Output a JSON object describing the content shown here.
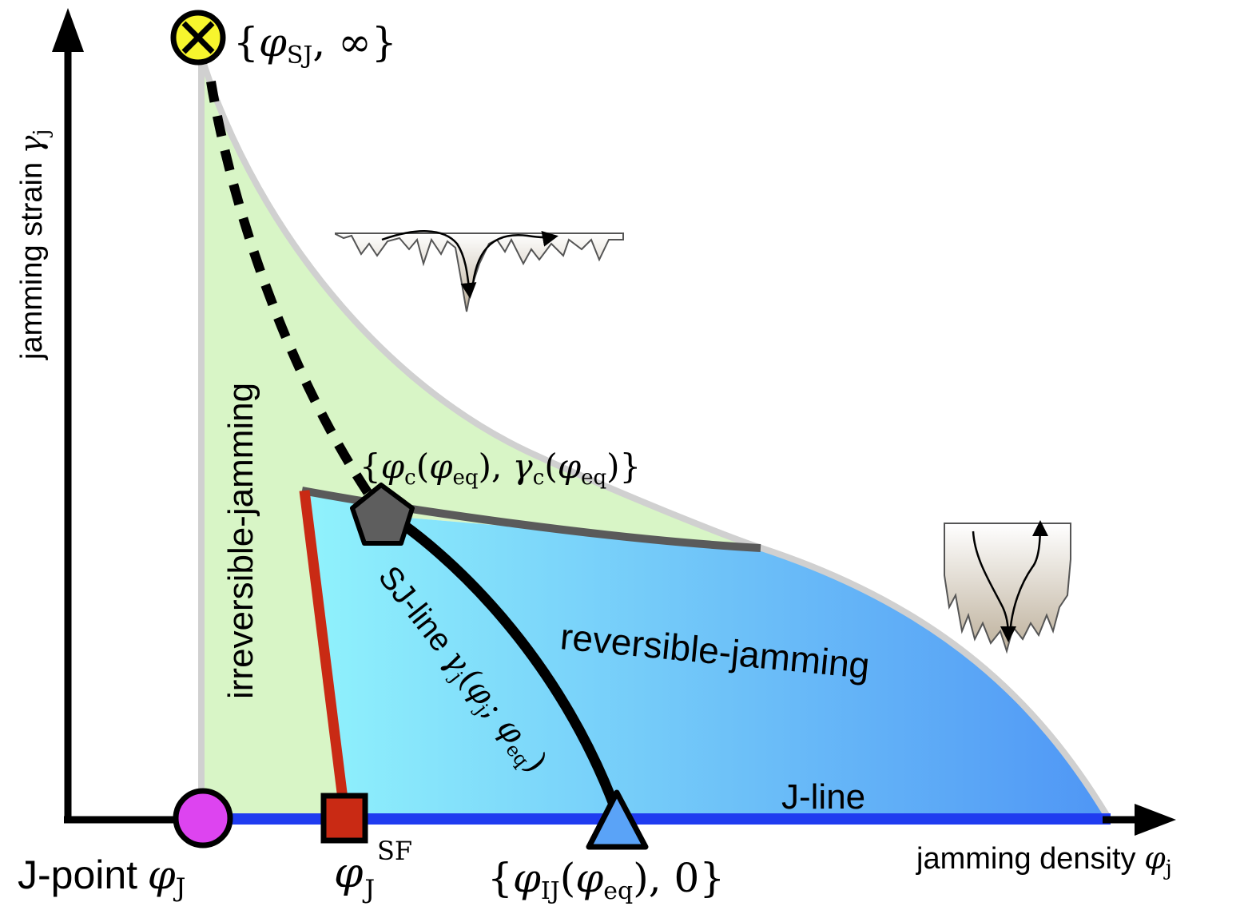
{
  "axes": {
    "y_label": "jamming strain",
    "y_symbol": "γ",
    "y_sub": "j",
    "x_label": "jamming density",
    "x_symbol": "φ",
    "x_sub": "j"
  },
  "regions": {
    "irreversible": "irreversible-jamming",
    "reversible": "reversible-jamming"
  },
  "lines": {
    "j_line": "J-line",
    "sj_line_text": "SJ-line",
    "sj_line_math": {
      "gamma": "γ",
      "gamma_sub": "j",
      "open": "(",
      "phi1": "φ",
      "phi1_sub": "j",
      "sep": "; ",
      "phi2": "φ",
      "phi2_sub": "eq",
      "close": ")"
    }
  },
  "points": {
    "sj_point": {
      "open": "{",
      "phi": "φ",
      "sub": "SJ",
      "rest": ", ∞}"
    },
    "critical_point": {
      "open": "{",
      "phi": "φ",
      "phi_sub": "c",
      "paren1": "(",
      "phi_in": "φ",
      "phi_in_sub": "eq",
      "mid": "), ",
      "gamma": "γ",
      "gamma_sub": "c",
      "paren2": "(",
      "phi_in2": "φ",
      "phi_in2_sub": "eq",
      "close": ")}"
    },
    "j_point": {
      "text": "J-point",
      "phi": "φ",
      "sub": "J"
    },
    "sf_point": {
      "phi": "φ",
      "sub": "J",
      "sup": "SF"
    },
    "ij_point": {
      "open": "{",
      "phi": "φ",
      "sub": "IJ",
      "paren": "(",
      "phi_in": "φ",
      "phi_in_sub": "eq",
      "close": "), 0}"
    }
  },
  "colors": {
    "irreversible_fill": "#d8f5c6",
    "reversible_gradient_start": "#8ff1fc",
    "reversible_gradient_end": "#4f96f5",
    "boundary_gray": "#d0d0d0",
    "critical_line": "#5a5a5a",
    "j_line": "#1f3cf0",
    "sf_line": "#c92a14",
    "j_point_marker": "#dd44f0",
    "sj_point_marker": "#f7f52d",
    "ij_point_marker": "#5aa3f7",
    "critical_point_marker": "#5e5e5e"
  },
  "markers": {
    "sj_point": "circle-cross-icon",
    "critical_point": "pentagon-icon",
    "j_point": "circle-icon",
    "sf_point": "square-icon",
    "ij_point": "triangle-icon"
  }
}
